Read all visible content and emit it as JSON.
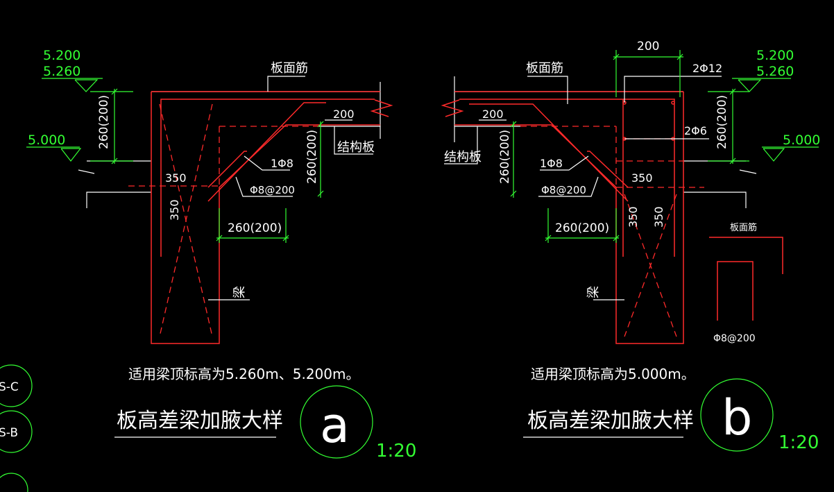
{
  "labels": {
    "plate_rebar": "板面筋",
    "struct_plate": "结构板",
    "beam": "梁",
    "elev_520": "5.200",
    "elev_526": "5.260",
    "elev_500": "5.000",
    "dim_200": "200",
    "dim_260_200": "260(200)",
    "dim_350": "350",
    "bar_1phi8": "1Φ8",
    "bar_phi8_200": "Φ8@200",
    "bar_2phi12": "2Φ12",
    "bar_2phi6": "2Φ6"
  },
  "notes": {
    "a_apply": "适用梁顶标高为5.260m、5.200m。",
    "b_apply": "适用梁顶标高为5.000m。"
  },
  "titles": {
    "detail_title": "板高差梁加腋大样",
    "a_letter": "a",
    "b_letter": "b",
    "scale": "1:20"
  },
  "side_tags": [
    "S-C",
    "S-B"
  ],
  "colors": {
    "background": "#000000",
    "annotation": "#ffffff",
    "dimension": "#33ff33",
    "rebar": "#ff2a2a"
  }
}
